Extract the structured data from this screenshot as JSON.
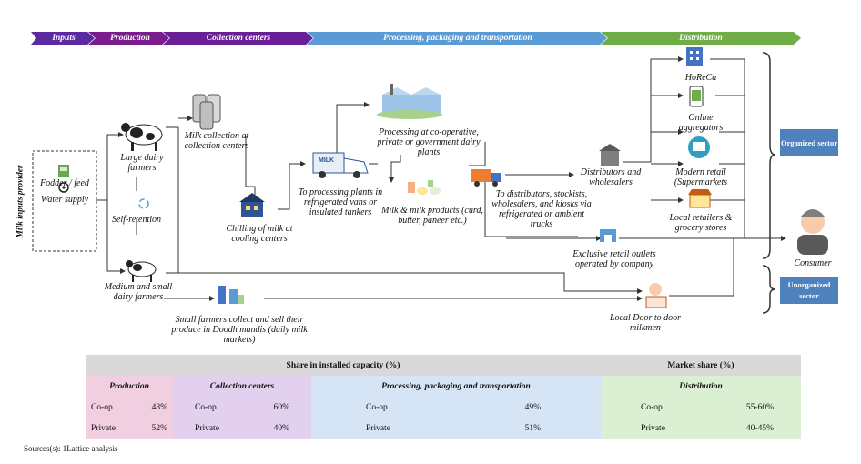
{
  "stages": [
    "Inputs",
    "Production",
    "Collection centers",
    "Processing, packaging and transportation",
    "Distribution"
  ],
  "inputs": {
    "title": "Milk inputs provider",
    "items": [
      "Fodder / feed",
      "Water supply"
    ]
  },
  "production": {
    "large": "Large dairy farmers",
    "self": "Self-retention",
    "medium": "Medium and small dairy farmers"
  },
  "collection": {
    "milk": "Milk collection at collection centers",
    "chilling": "Chilling of milk at cooling centers",
    "vans": "To processing plants in refrigerated vans or insulated tankers",
    "mandi": "Small farmers collect and sell their produce in Doodh mandis (daily milk markets)"
  },
  "processing": {
    "plants": "Processing at co-operative, private or government dairy plants",
    "products": "Milk & milk products (curd, butter, paneer etc.)",
    "trucks": "To distributors, stockists, wholesalers, and kiosks via refrigerated or ambient trucks",
    "milk_label": "MILK"
  },
  "distribution": {
    "horeca": "HoReCa",
    "online": "Online aggregators",
    "modern": "Modern retail (Supermarkets",
    "local": "Local retailers & grocery stores",
    "distributors": "Distributors and wholesalers",
    "exclusive": "Exclusive retail outlets operated by company",
    "doortodoor": "Local Door to door milkmen"
  },
  "consumer": "Consumer",
  "sectors": {
    "organized": "Organized sector",
    "unorganized": "Unorganized sector"
  },
  "table": {
    "header_left": "Share in installed capacity (%)",
    "header_right": "Market share (%)",
    "sections": [
      {
        "name": "Production",
        "rows": [
          [
            "Co-op",
            "48%"
          ],
          [
            "Private",
            "52%"
          ]
        ]
      },
      {
        "name": "Collection centers",
        "rows": [
          [
            "Co-op",
            "60%"
          ],
          [
            "Private",
            "40%"
          ]
        ]
      },
      {
        "name": "Processing, packaging and transportation",
        "rows": [
          [
            "Co-op",
            "49%"
          ],
          [
            "Private",
            "51%"
          ]
        ]
      },
      {
        "name": "Distribution",
        "rows": [
          [
            "Co-op",
            "55-60%"
          ],
          [
            "Private",
            "40-45%"
          ]
        ]
      }
    ]
  },
  "source": "Sources(s): 1Lattice analysis",
  "colors": {
    "inputs": "#5b2aa0",
    "production": "#7a1c8c",
    "collection": "#6a1e96",
    "processing": "#5b9bd5",
    "distribution": "#70ad47",
    "sector": "#4f81bd"
  }
}
